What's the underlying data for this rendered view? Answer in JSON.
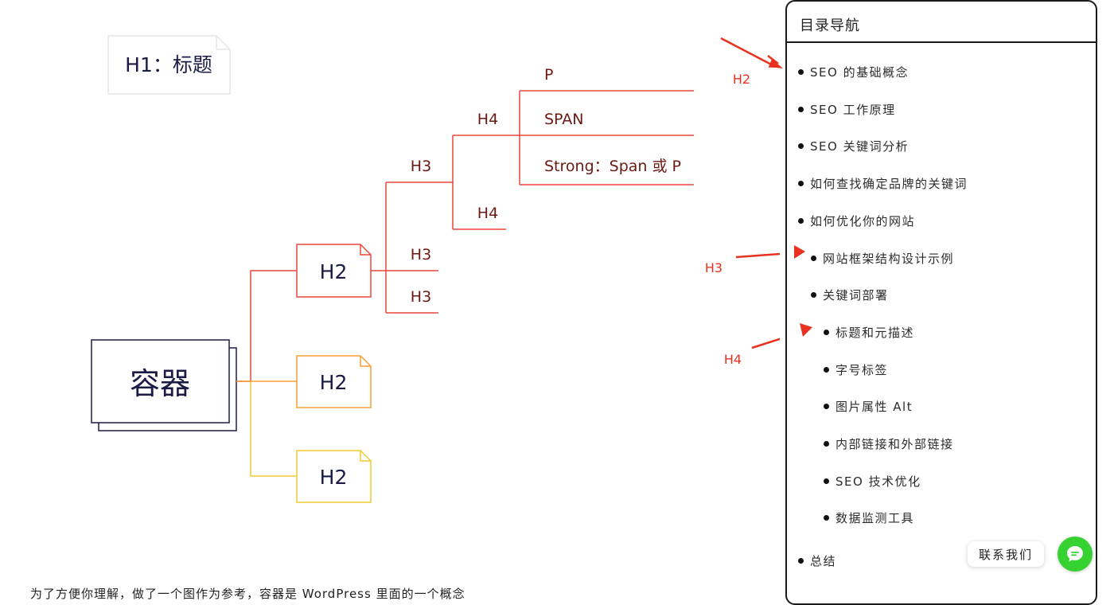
{
  "diagram": {
    "title_note": "H1：标题",
    "container": "容器",
    "h2_nodes": [
      "H2",
      "H2",
      "H2"
    ],
    "h3_labels": [
      "H3",
      "H3",
      "H3"
    ],
    "h4_labels": [
      "H4",
      "H4"
    ],
    "leaf_labels": [
      "P",
      "SPAN",
      "Strong：Span 或 P"
    ],
    "colors": {
      "red": "#e8473b",
      "orange": "#f5a035",
      "yellow": "#f2cc30",
      "leaf_text": "#6b1a12",
      "navy": "#1b1c45"
    }
  },
  "annotations": {
    "labels": [
      "H2",
      "H3",
      "H4"
    ],
    "color": "#e8321f"
  },
  "toc": {
    "title": "目录导航",
    "items": [
      {
        "label": "SEO 的基础概念",
        "level": 1
      },
      {
        "label": "SEO 工作原理",
        "level": 1
      },
      {
        "label": "SEO 关键词分析",
        "level": 1
      },
      {
        "label": "如何查找确定品牌的关键词",
        "level": 1
      },
      {
        "label": "如何优化你的网站",
        "level": 1
      },
      {
        "label": "网站框架结构设计示例",
        "level": 2
      },
      {
        "label": "关键词部署",
        "level": 2
      },
      {
        "label": "标题和元描述",
        "level": 3
      },
      {
        "label": "字号标签",
        "level": 3
      },
      {
        "label": "图片属性 Alt",
        "level": 3
      },
      {
        "label": "内部链接和外部链接",
        "level": 3
      },
      {
        "label": "SEO 技术优化",
        "level": 3
      },
      {
        "label": "数据监测工具",
        "level": 3
      },
      {
        "label": "总结",
        "level": 1
      }
    ]
  },
  "chat": {
    "label": "联系我们",
    "icon": "chat-bubble-icon",
    "color": "#35d232"
  },
  "footer_text": "为了方便你理解，做了一个图作为参考，容器是 WordPress 里面的一个概念"
}
